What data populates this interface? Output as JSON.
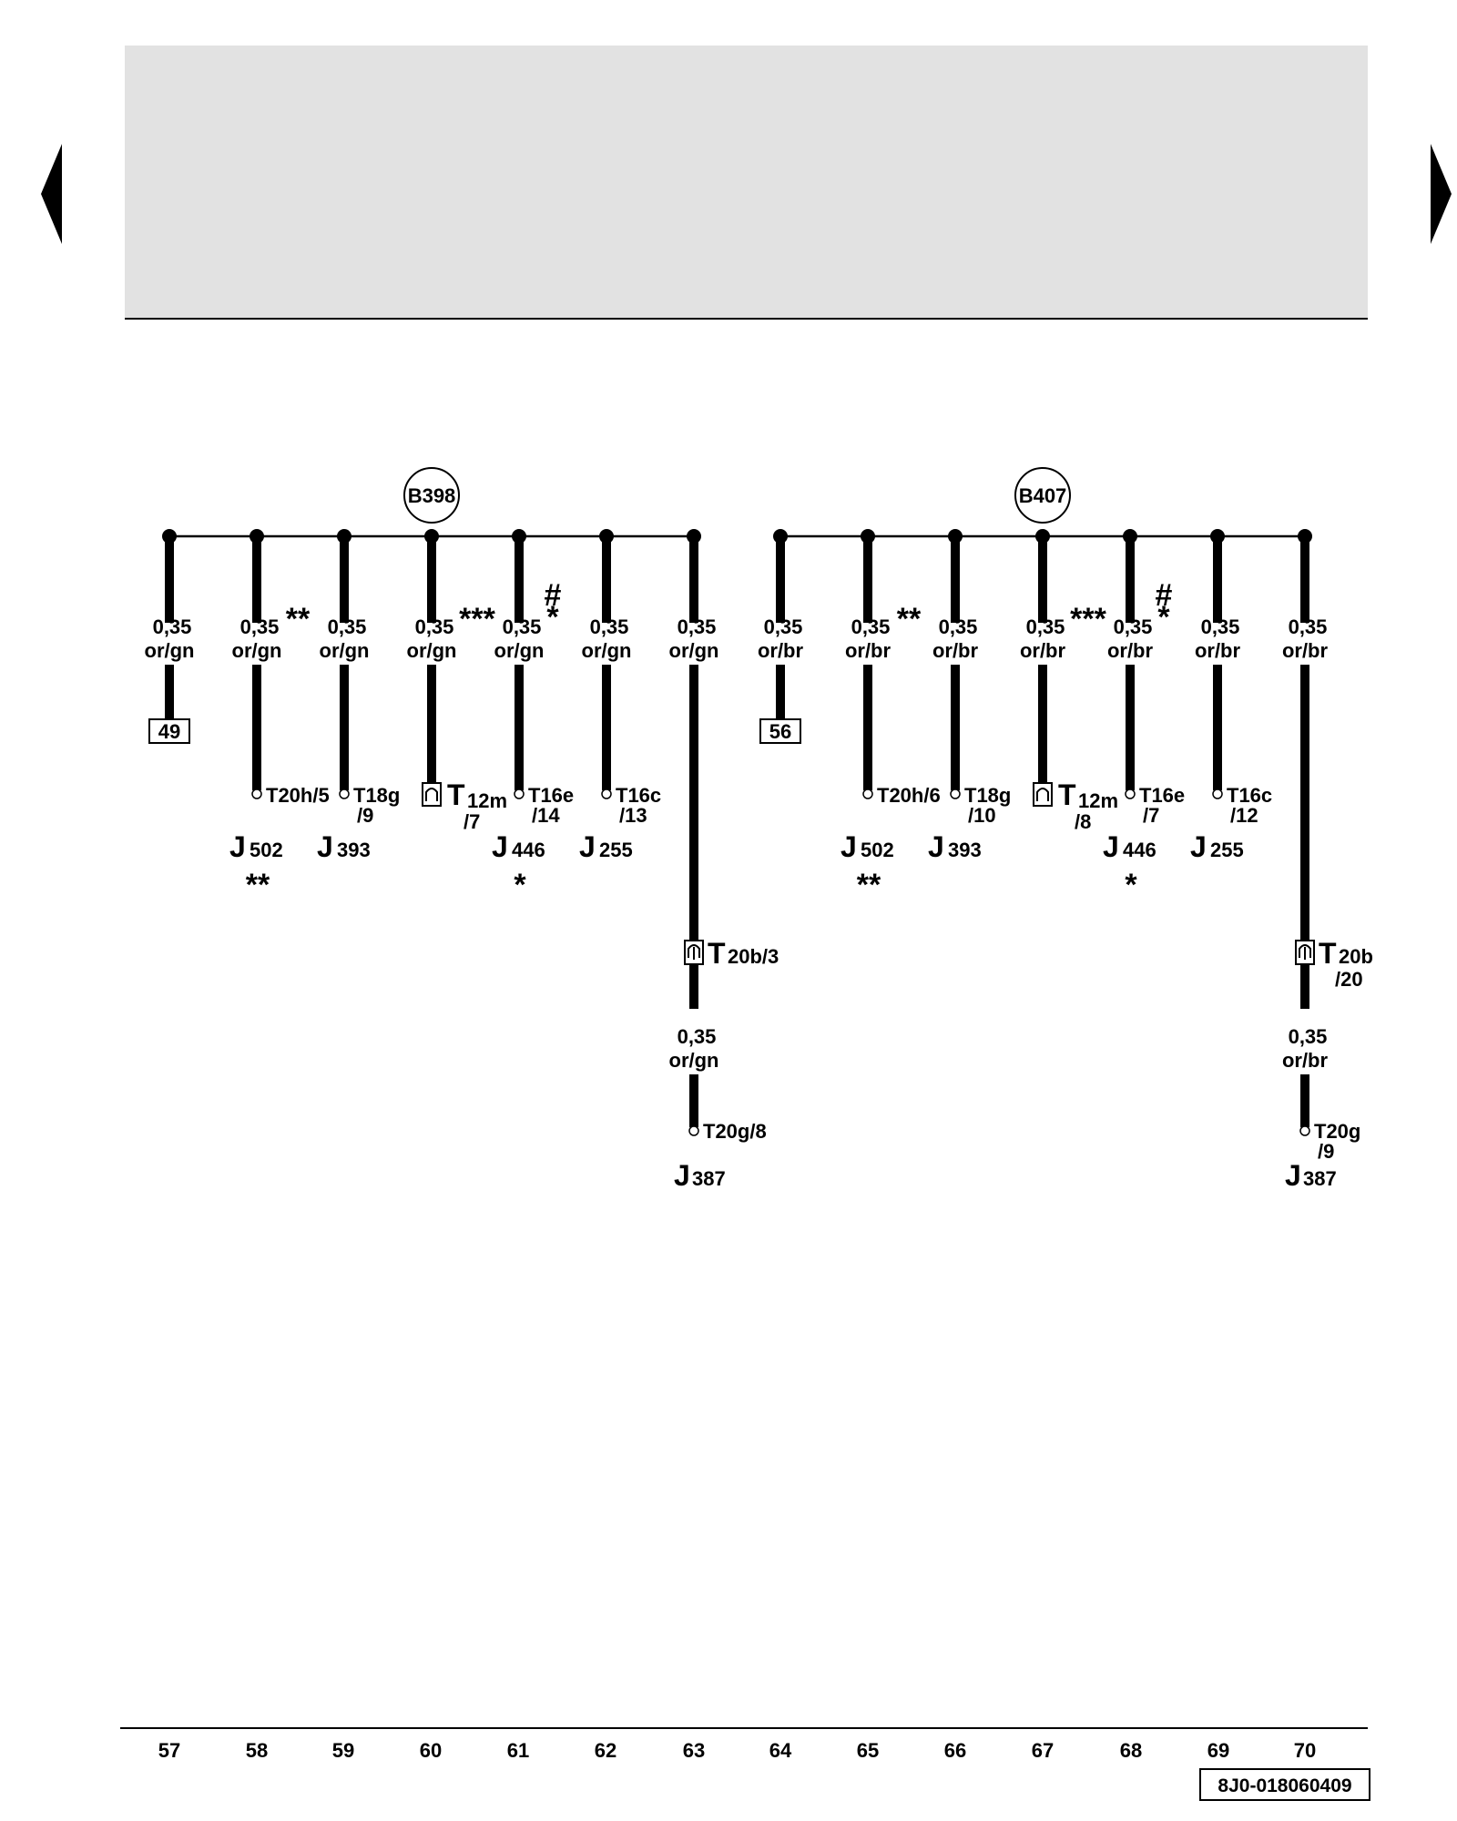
{
  "navigation": {
    "prev": {
      "icon": "triangle-left-icon"
    },
    "next": {
      "icon": "triangle-right-icon"
    }
  },
  "header": {
    "background": "#e2e2e2"
  },
  "columns": [
    "57",
    "58",
    "59",
    "60",
    "61",
    "62",
    "63",
    "64",
    "65",
    "66",
    "67",
    "68",
    "69",
    "70"
  ],
  "doc_id": "8J0-018060409",
  "groups": [
    {
      "bus": "B398",
      "branches": [
        {
          "w1": "0,35",
          "w2": "or/gn",
          "box": "49"
        },
        {
          "w1": "0,35",
          "w2": "or/gn",
          "mark": "**",
          "pin": "T20h/5",
          "comp": "J",
          "comp_sub": "502",
          "comp_mark": "**"
        },
        {
          "w1": "0,35",
          "w2": "or/gn",
          "pin": "T18g",
          "pin2": "/9",
          "comp": "J",
          "comp_sub": "393"
        },
        {
          "w1": "0,35",
          "w2": "or/gn",
          "mark": "***",
          "pin_big": "T",
          "pin_sub": "12m",
          "pin2": "/7"
        },
        {
          "w1": "0,35",
          "w2": "or/gn",
          "mark_hash": "#",
          "mark_star": "*",
          "pin": "T16e",
          "pin2": "/14",
          "comp": "J",
          "comp_sub": "446",
          "comp_mark": "*"
        },
        {
          "w1": "0,35",
          "w2": "or/gn",
          "pin": "T16c",
          "pin2": "/13",
          "comp": "J",
          "comp_sub": "255"
        },
        {
          "w1": "0,35",
          "w2": "or/gn",
          "conn_big": "T",
          "conn_sub": "20b/3",
          "w3": "0,35",
          "w4": "or/gn",
          "pin": "T20g/8",
          "comp": "J",
          "comp_sub": "387"
        }
      ]
    },
    {
      "bus": "B407",
      "branches": [
        {
          "w1": "0,35",
          "w2": "or/br",
          "box": "56"
        },
        {
          "w1": "0,35",
          "w2": "or/br",
          "mark": "**",
          "pin": "T20h/6",
          "comp": "J",
          "comp_sub": "502",
          "comp_mark": "**"
        },
        {
          "w1": "0,35",
          "w2": "or/br",
          "pin": "T18g",
          "pin2": "/10",
          "comp": "J",
          "comp_sub": "393"
        },
        {
          "w1": "0,35",
          "w2": "or/br",
          "mark": "***",
          "pin_big": "T",
          "pin_sub": "12m",
          "pin2": "/8"
        },
        {
          "w1": "0,35",
          "w2": "or/br",
          "mark_hash": "#",
          "mark_star": "*",
          "pin": "T16e",
          "pin2": "/7",
          "comp": "J",
          "comp_sub": "446",
          "comp_mark": "*"
        },
        {
          "w1": "0,35",
          "w2": "or/br",
          "pin": "T16c",
          "pin2": "/12",
          "comp": "J",
          "comp_sub": "255"
        },
        {
          "w1": "0,35",
          "w2": "or/br",
          "conn_big": "T",
          "conn_sub": "20b",
          "conn_sub2": "/20",
          "w3": "0,35",
          "w4": "or/br",
          "pin": "T20g",
          "pin2": "/9",
          "comp": "J",
          "comp_sub": "387"
        }
      ]
    }
  ]
}
